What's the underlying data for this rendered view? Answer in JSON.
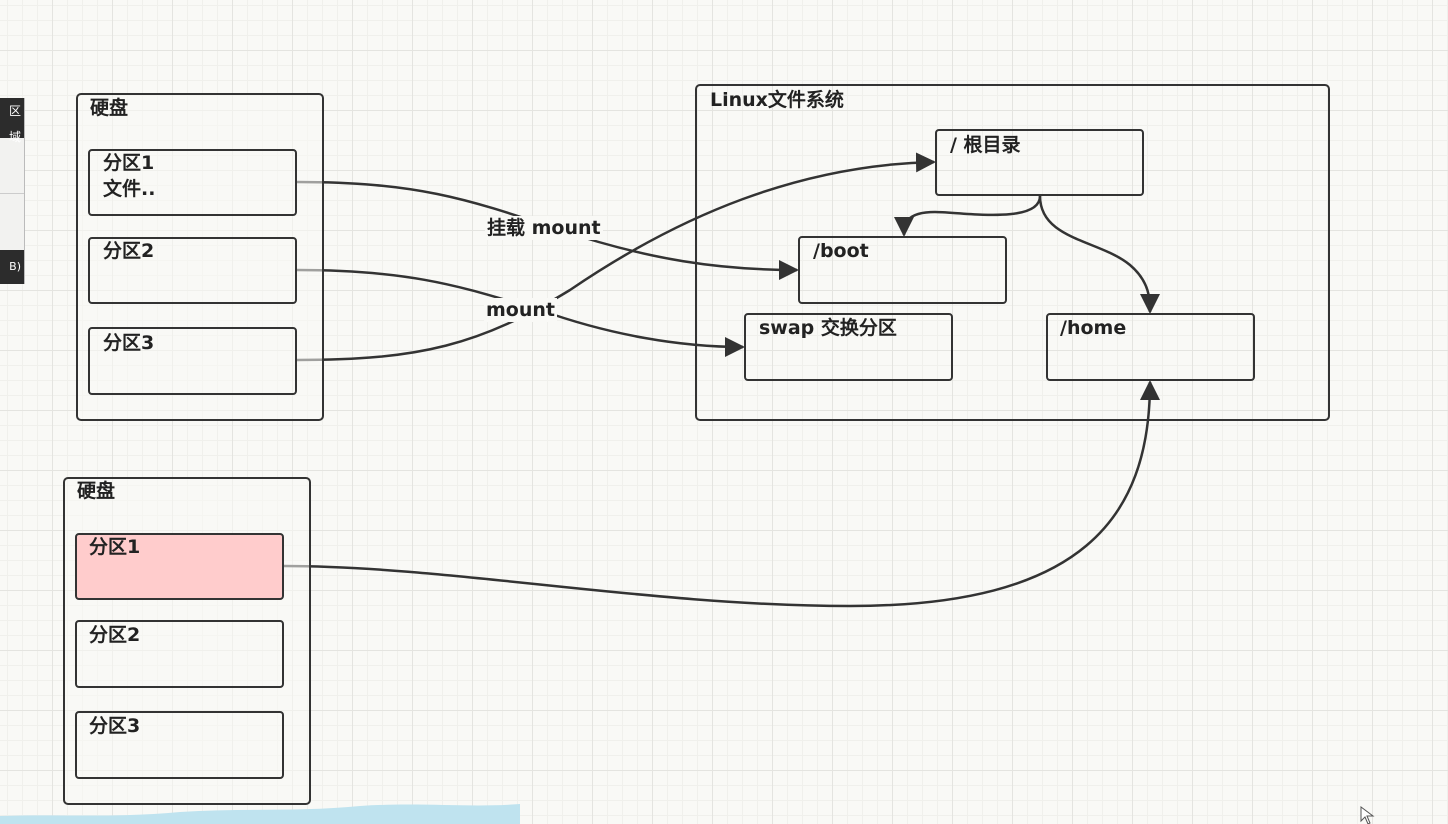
{
  "side_panel": {
    "top_text": "区域",
    "bottom_text": "B)"
  },
  "disk1": {
    "title": "硬盘",
    "partitions": [
      {
        "label": "分区1",
        "sub": "文件.."
      },
      {
        "label": "分区2"
      },
      {
        "label": "分区3"
      }
    ]
  },
  "disk2": {
    "title": "硬盘",
    "partitions": [
      {
        "label": "分区1"
      },
      {
        "label": "分区2"
      },
      {
        "label": "分区3"
      }
    ]
  },
  "fs": {
    "title": "Linux文件系统",
    "root": "/ 根目录",
    "boot": "/boot",
    "swap": "swap 交换分区",
    "home": "/home"
  },
  "edges": {
    "mount1": "挂载 mount",
    "mount2": "mount"
  },
  "colors": {
    "highlight": "#ffcccc",
    "stroke": "#333333"
  }
}
